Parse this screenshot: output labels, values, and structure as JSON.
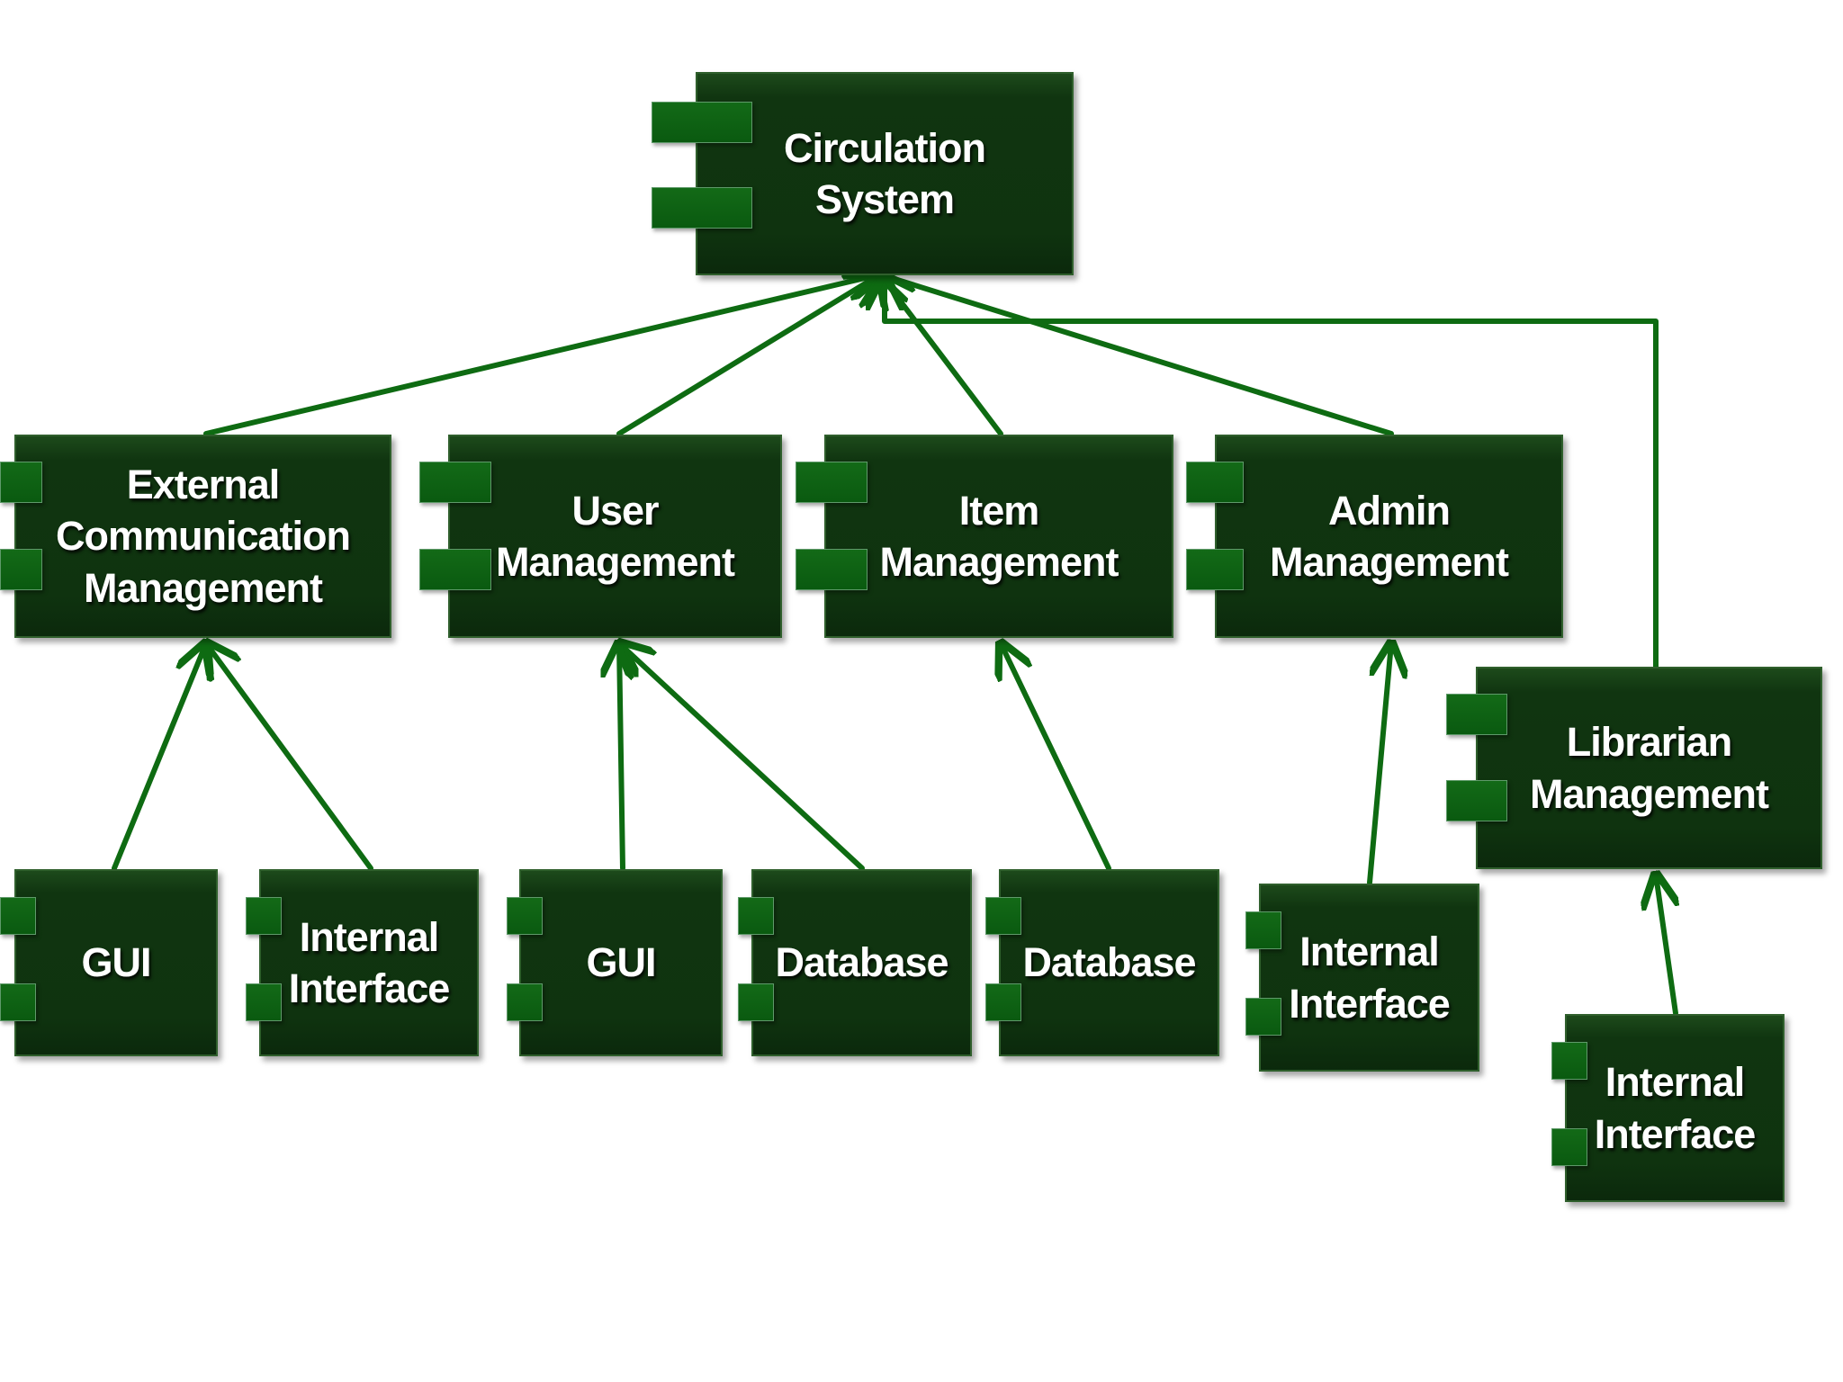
{
  "colors": {
    "box_fill": "#0f330f",
    "tab_fill": "#0a5a10",
    "connector": "#0e6b12",
    "label_text": "#ffffff"
  },
  "components": {
    "circulation_system": [
      "Circulation",
      "System"
    ],
    "external_communication_management": [
      "External",
      "Communication",
      "Management"
    ],
    "user_management": [
      "User",
      "Management"
    ],
    "item_management": [
      "Item",
      "Management"
    ],
    "admin_management": [
      "Admin",
      "Management"
    ],
    "librarian_management": [
      "Librarian",
      "Management"
    ],
    "gui_1": [
      "GUI"
    ],
    "internal_interface_1": [
      "Internal",
      "Interface"
    ],
    "gui_2": [
      "GUI"
    ],
    "database_1": [
      "Database"
    ],
    "database_2": [
      "Database"
    ],
    "internal_interface_2": [
      "Internal",
      "Interface"
    ],
    "internal_interface_3": [
      "Internal",
      "Interface"
    ]
  },
  "relations": [
    {
      "from": "external_communication_management",
      "to": "circulation_system"
    },
    {
      "from": "user_management",
      "to": "circulation_system"
    },
    {
      "from": "item_management",
      "to": "circulation_system"
    },
    {
      "from": "admin_management",
      "to": "circulation_system"
    },
    {
      "from": "librarian_management",
      "to": "circulation_system"
    },
    {
      "from": "gui_1",
      "to": "external_communication_management"
    },
    {
      "from": "internal_interface_1",
      "to": "external_communication_management"
    },
    {
      "from": "gui_2",
      "to": "user_management"
    },
    {
      "from": "database_1",
      "to": "user_management"
    },
    {
      "from": "database_2",
      "to": "item_management"
    },
    {
      "from": "internal_interface_2",
      "to": "admin_management"
    },
    {
      "from": "internal_interface_3",
      "to": "librarian_management"
    }
  ]
}
